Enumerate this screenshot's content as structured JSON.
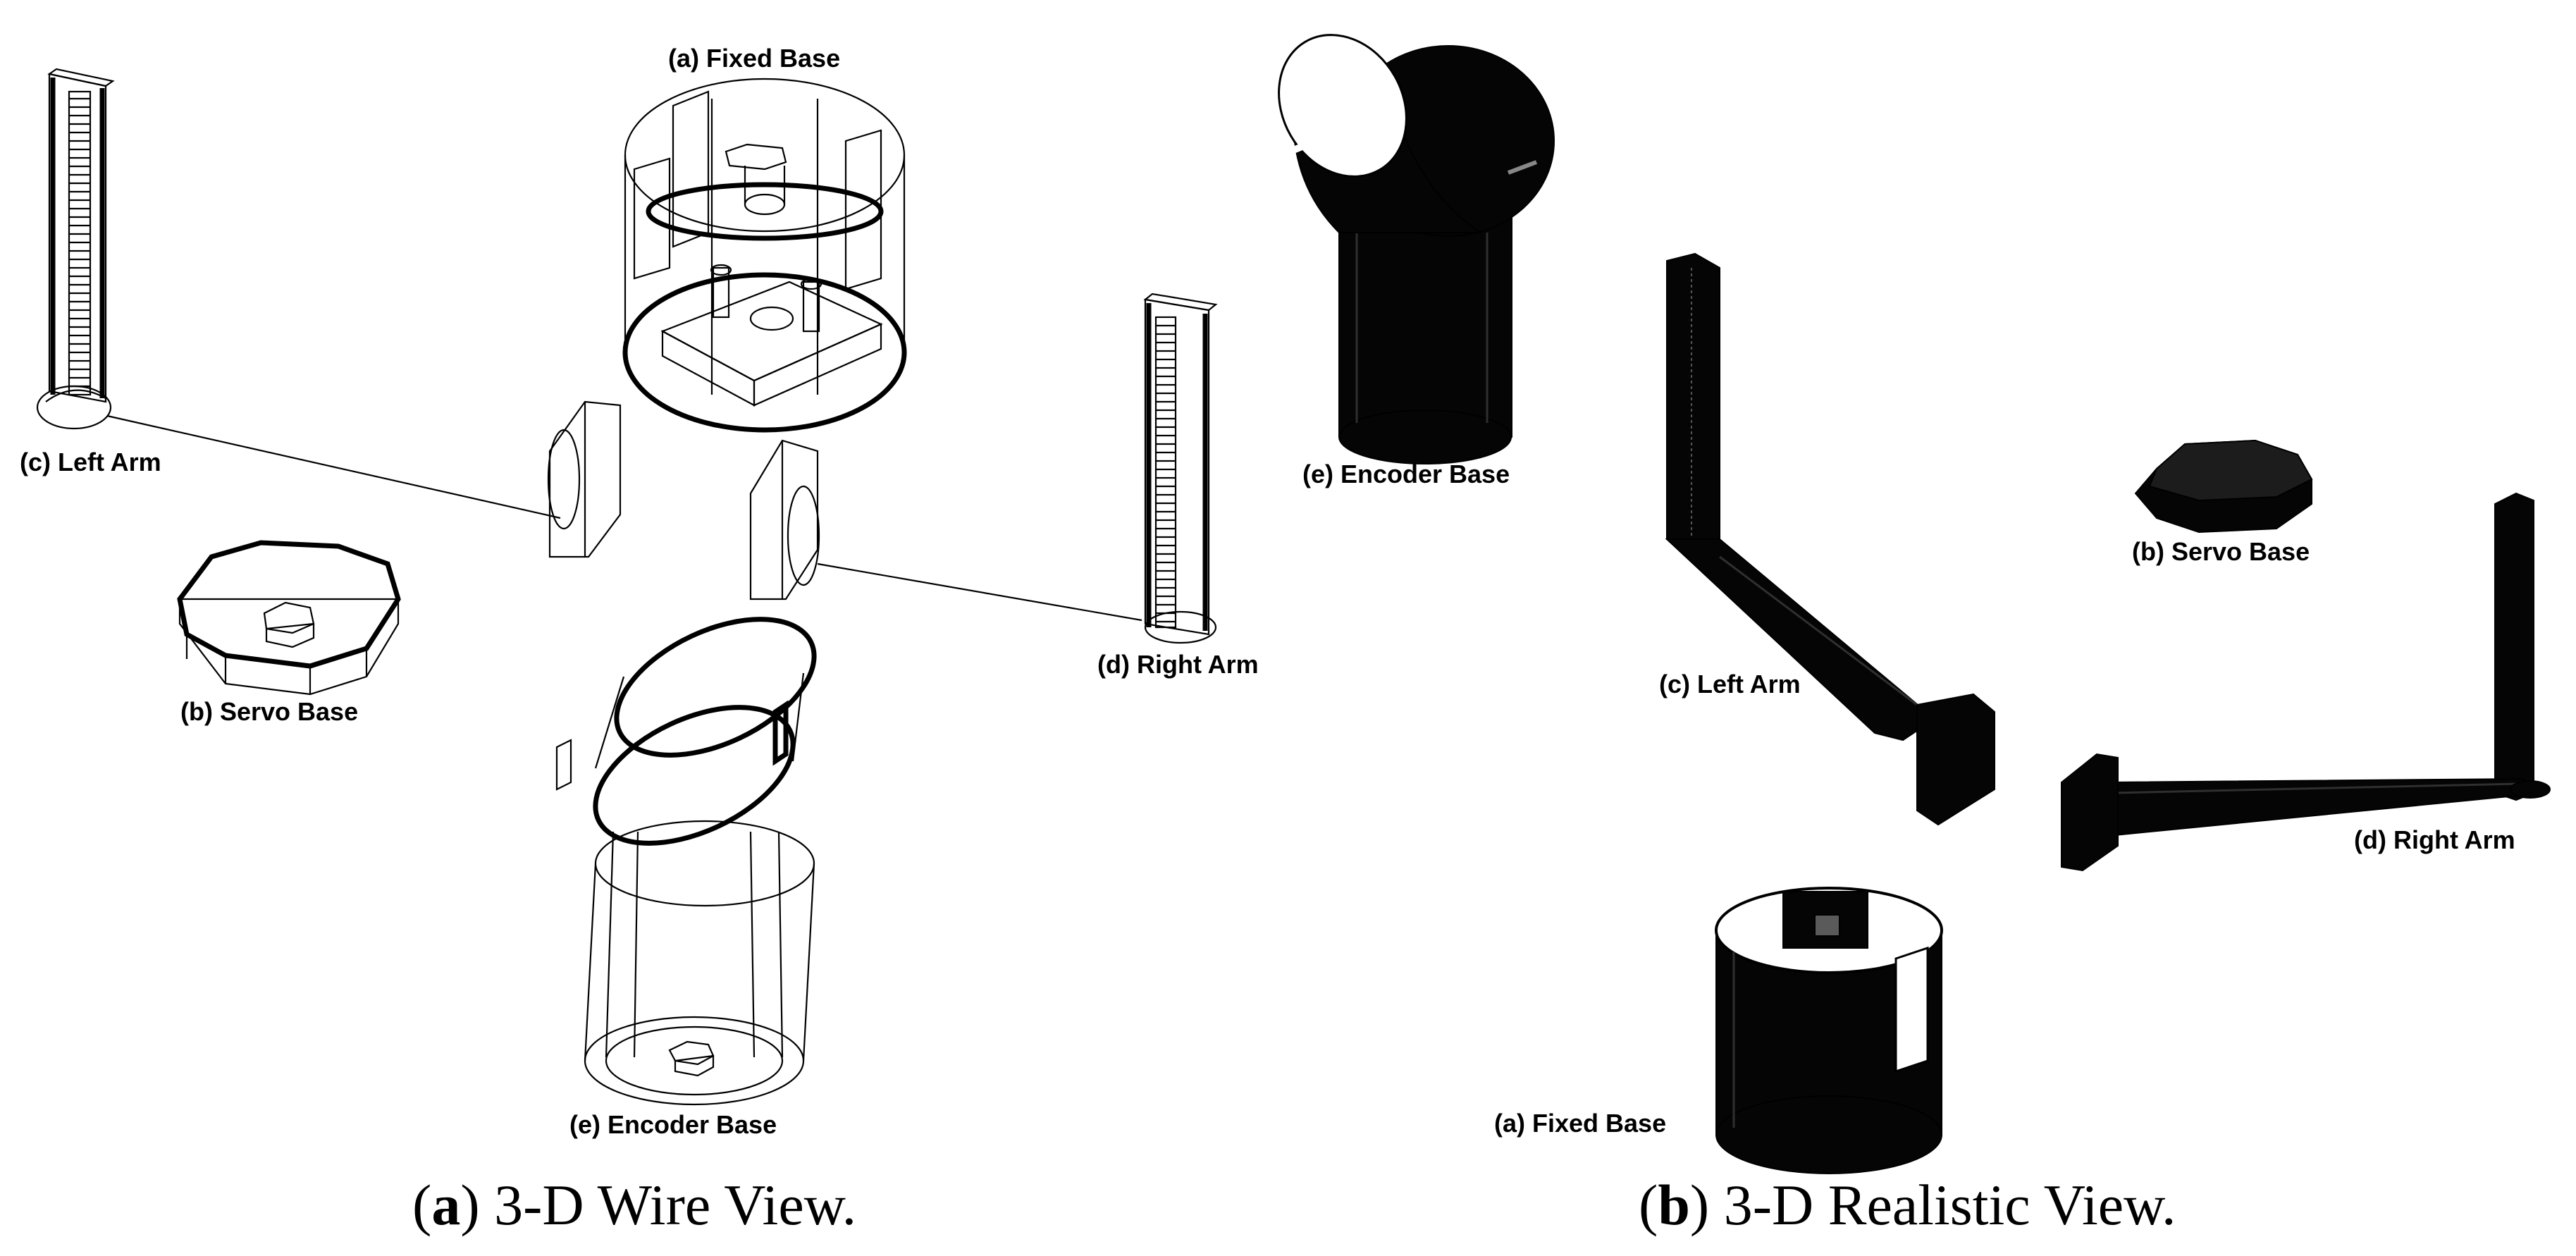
{
  "panel_a": {
    "labels": {
      "fixed_base": "(a) Fixed Base",
      "left_arm": "(c) Left Arm",
      "servo_base": "(b) Servo Base",
      "right_arm": "(d) Right Arm",
      "encoder_base": "(e) Encoder Base"
    },
    "caption": {
      "letter": "a",
      "text": "3-D Wire View."
    }
  },
  "panel_b": {
    "labels": {
      "encoder_base": "(e) Encoder Base",
      "left_arm": "(c) Left Arm",
      "servo_base": "(b) Servo Base",
      "right_arm": "(d) Right Arm",
      "fixed_base": "(a) Fixed Base"
    },
    "caption": {
      "letter": "b",
      "text": "3-D Realistic View."
    }
  }
}
